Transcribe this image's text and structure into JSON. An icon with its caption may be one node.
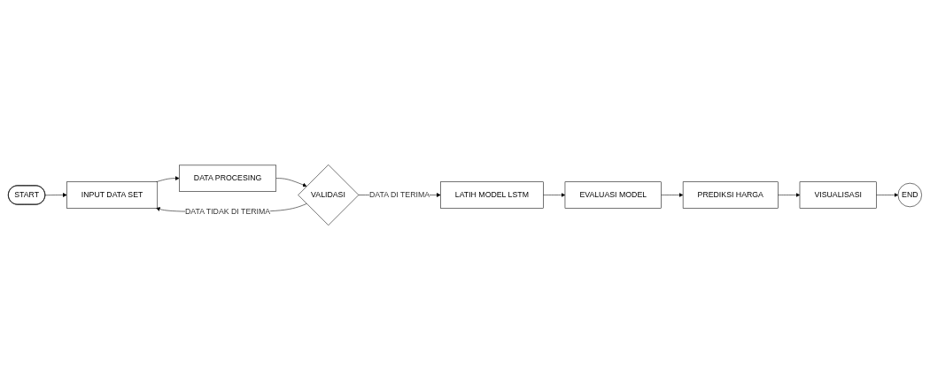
{
  "diagram": {
    "nodes": [
      {
        "text": [
          "START"
        ]
      },
      {
        "text": [
          "INPUT DATA SET"
        ]
      },
      {
        "text": [
          "DATA PROCESING"
        ]
      },
      {
        "text": [
          "VALIDASI"
        ]
      },
      {
        "text": [
          "LATIH MODEL LSTM"
        ]
      },
      {
        "text": [
          "EVALUASI MODEL"
        ]
      },
      {
        "text": [
          "PREDIKSI HARGA"
        ]
      },
      {
        "text": [
          "VISUALISASI"
        ]
      },
      {
        "text": [
          "END"
        ]
      }
    ],
    "edges": [
      {
        "from": 0,
        "to": 1,
        "arrow": "to"
      },
      {
        "from": 1,
        "to": 2,
        "arrow": "to"
      },
      {
        "from": 2,
        "to": 3,
        "arrow": "to"
      },
      {
        "from": 3,
        "to": 1,
        "arrow": "to",
        "label": "DATA TIDAK DI TERIMA"
      },
      {
        "from": 3,
        "to": 4,
        "arrow": "to",
        "label": "DATA DI TERIMA"
      },
      {
        "from": 4,
        "to": 5,
        "arrow": "to"
      },
      {
        "from": 5,
        "to": 6,
        "arrow": "to"
      },
      {
        "from": 6,
        "to": 7,
        "arrow": "to"
      },
      {
        "from": 7,
        "to": 8,
        "arrow": "to"
      }
    ]
  }
}
